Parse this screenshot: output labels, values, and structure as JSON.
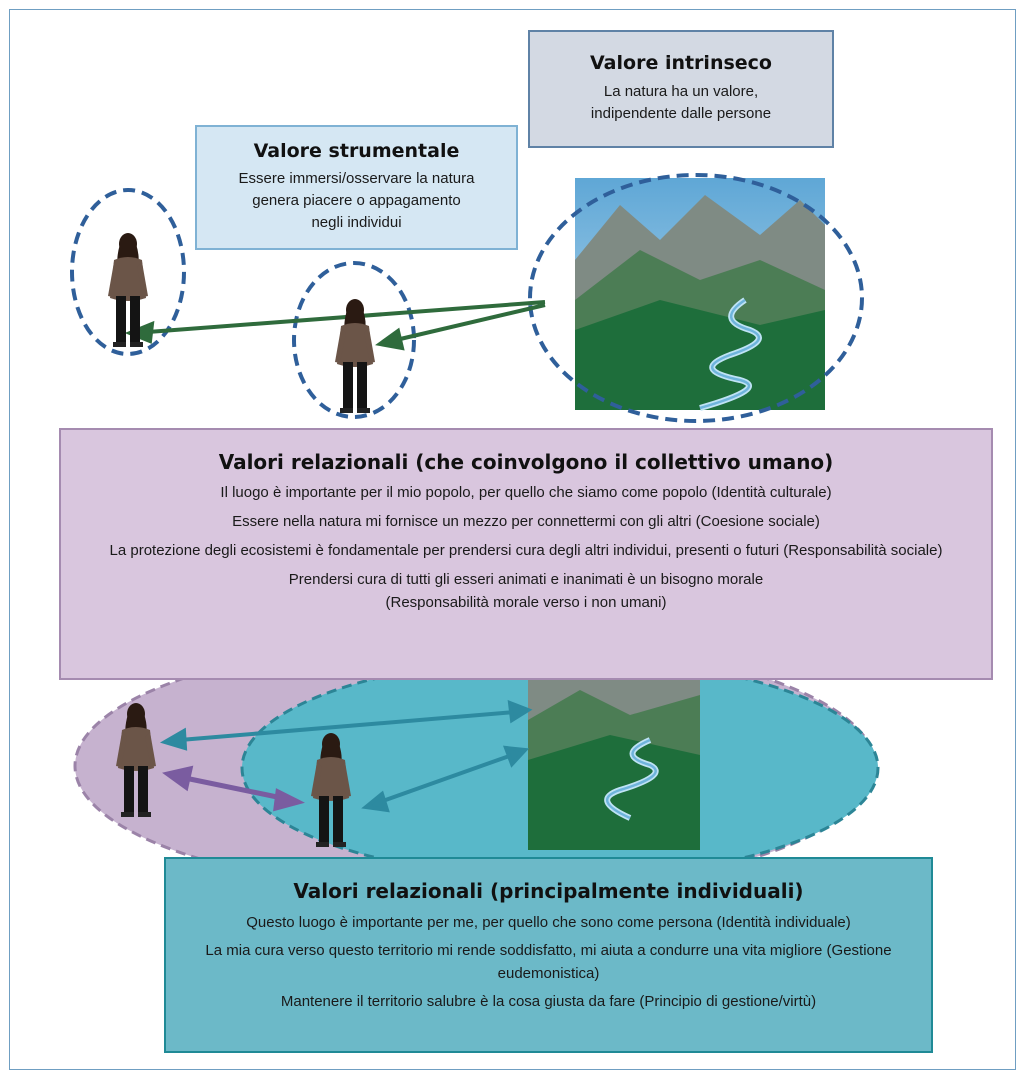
{
  "valore_intrinseco": {
    "title": "Valore intrinseco",
    "lines": [
      "La natura ha un valore,",
      "indipendente dalle persone"
    ]
  },
  "valore_strumentale": {
    "title": "Valore strumentale",
    "lines": [
      "Essere immersi/osservare la natura",
      "genera piacere o appagamento",
      "negli individui"
    ]
  },
  "valori_relazionali_collettivo": {
    "title": "Valori relazionali (che coinvolgono il collettivo umano)",
    "items": [
      "Il luogo è importante per il mio popolo, per quello che siamo come popolo (Identità culturale)",
      "Essere nella natura mi fornisce un mezzo per connettermi con gli altri (Coesione sociale)",
      "La protezione degli ecosistemi è fondamentale per prendersi cura degli altri individui, presenti o futuri (Responsabilità sociale)",
      "Prendersi cura di tutti gli esseri animati e inanimati è un bisogno morale (Responsabilità morale verso i non umani)"
    ]
  },
  "valori_relazionali_individuali": {
    "title": "Valori relazionali (principalmente individuali)",
    "items": [
      "Questo luogo è importante per me, per quello che sono come persona (Identità individuale)",
      "La mia cura verso questo territorio mi rende soddisfatto, mi aiuta a condurre una vita migliore (Gestione eudemonistica)",
      "Mantenere il territorio salubre è la cosa giusta da fare (Principio di gestione/virtù)"
    ]
  },
  "colors": {
    "instrumental_arrow": "#2f6b3c",
    "collective_arrow": "#2d8aa0",
    "individual_arrow": "#7a5ca0",
    "dashed_circle": "#2f5f9a",
    "purple_ellipse": "#c6b2cf",
    "teal_ellipse": "#58b8c9"
  },
  "icons": [
    "person-icon",
    "landscape-icon"
  ]
}
